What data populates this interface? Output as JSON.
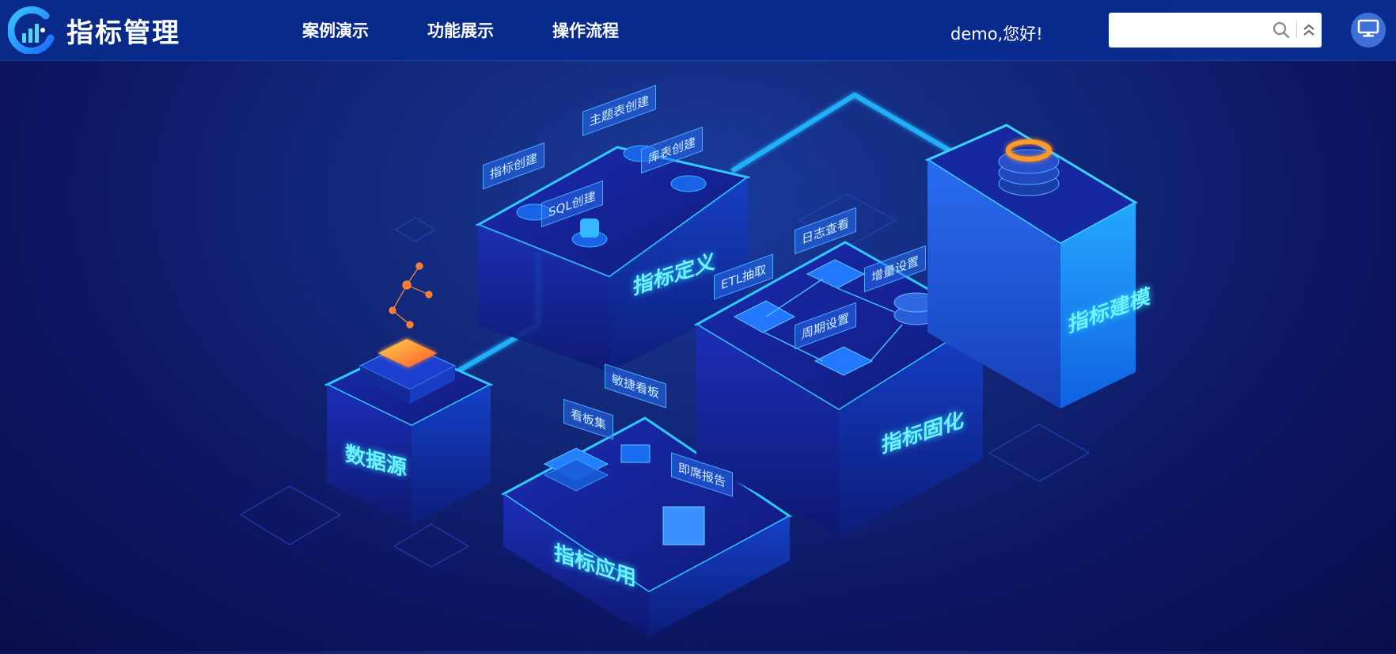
{
  "app": {
    "title": "指标管理"
  },
  "nav": {
    "items": [
      {
        "label": "案例演示"
      },
      {
        "label": "功能展示"
      },
      {
        "label": "操作流程"
      }
    ]
  },
  "header": {
    "greeting": "demo,您好!",
    "search": {
      "placeholder": "",
      "value": ""
    }
  },
  "icons": {
    "logo": "logo-chart-icon",
    "search": "search-icon",
    "collapse": "double-chevron-up-icon",
    "monitor": "monitor-icon"
  },
  "illustration": {
    "blocks": {
      "data_source": "数据源",
      "metric_definition": "指标定义",
      "metric_application": "指标应用",
      "metric_solidify": "指标固化",
      "metric_modeling": "指标建模"
    },
    "tags": {
      "metric_create": "指标创建",
      "topic_table_create": "主题表创建",
      "db_table_create": "库表创建",
      "sql_create": "SQL创建",
      "log_view": "日志查看",
      "etl_extract": "ETL抽取",
      "incremental_setting": "增量设置",
      "period_setting": "周期设置",
      "agile_board": "敏捷看板",
      "board_set": "看板集",
      "adhoc_report": "即席报告"
    }
  },
  "colors": {
    "header_bg": "#082a8a",
    "bg_dark": "#0a0d4a",
    "accent_cyan": "#28d6ff",
    "orange": "#ff8a2a"
  }
}
